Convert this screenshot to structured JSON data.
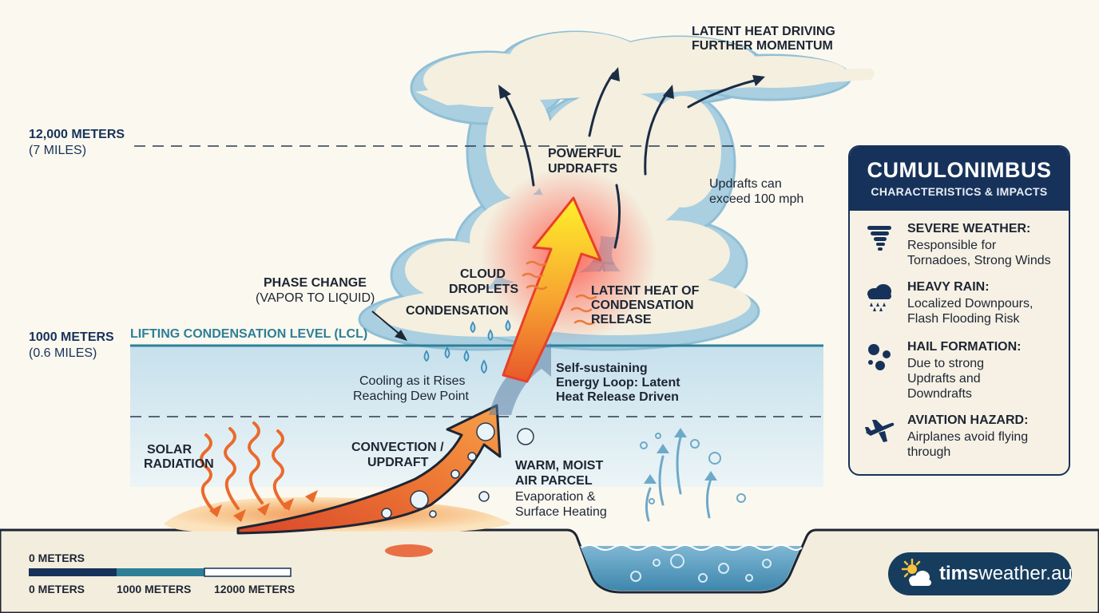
{
  "altitudes": {
    "top": {
      "value": "12,000 METERS",
      "sub": "(7 MILES)"
    },
    "lcl": {
      "value": "1000 METERS",
      "sub": "(0.6 MILES)"
    }
  },
  "lcl_label": "LIFTING CONDENSATION LEVEL (LCL)",
  "labels": {
    "anvil": [
      "LATENT HEAT DRIVING",
      "FURTHER MOMENTUM"
    ],
    "updrafts": [
      "POWERFUL",
      "UPDRAFTS"
    ],
    "updraft_speed": [
      "Updrafts can",
      "exceed 100 mph"
    ],
    "phase_change": "PHASE CHANGE",
    "phase_change_sub": "(VAPOR TO LIQUID)",
    "cloud_droplets": [
      "CLOUD",
      "DROPLETS"
    ],
    "condensation": "CONDENSATION",
    "latent_release": [
      "LATENT HEAT OF",
      "CONDENSATION",
      "RELEASE"
    ],
    "cooling": [
      "Cooling as it Rises",
      "Reaching Dew Point"
    ],
    "energy_loop": [
      "Self-sustaining",
      "Energy Loop: Latent",
      "Heat Release Driven"
    ],
    "solar": [
      "SOLAR",
      "RADIATION"
    ],
    "convection": [
      "CONVECTION /",
      "UPDRAFT"
    ],
    "parcel": [
      "WARM, MOIST",
      "AIR PARCEL"
    ],
    "evaporation": [
      "Evaporation &",
      "Surface Heating"
    ]
  },
  "scale": {
    "top_label": "0 METERS",
    "ticks": [
      "0 METERS",
      "1000 METERS",
      "12000 METERS"
    ]
  },
  "panel": {
    "title": "CUMULONIMBUS",
    "subtitle": "CHARACTERISTICS & IMPACTS",
    "items": [
      {
        "icon": "tornado-icon",
        "title": "SEVERE WEATHER:",
        "lines": [
          "Responsible for",
          "Tornadoes, Strong Winds"
        ]
      },
      {
        "icon": "rain-cloud-icon",
        "title": "HEAVY RAIN:",
        "lines": [
          "Localized Downpours,",
          "Flash Flooding Risk"
        ]
      },
      {
        "icon": "hail-icon",
        "title": "HAIL FORMATION:",
        "lines": [
          "Due to strong",
          "Updrafts and",
          "Downdrafts"
        ]
      },
      {
        "icon": "airplane-icon",
        "title": "AVIATION HAZARD:",
        "lines": [
          "Airplanes avoid flying",
          "through"
        ]
      }
    ]
  },
  "brand": {
    "bold": "tims",
    "rest": "weather.au",
    "icon": "sun-cloud-icon"
  },
  "colors": {
    "navy": "#17325a",
    "teal": "#2d7f97",
    "warm": "#e8582a",
    "cloud": "#f4efdf",
    "cloud_shadow": "#a9cfe0",
    "water": "#4a92b8"
  }
}
